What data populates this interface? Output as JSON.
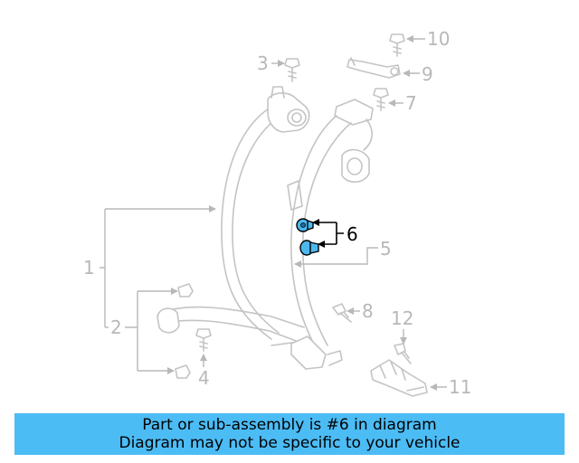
{
  "callouts": {
    "c1": "1",
    "c2": "2",
    "c3": "3",
    "c4": "4",
    "c5": "5",
    "c6": "6",
    "c7": "7",
    "c8": "8",
    "c9": "9",
    "c10": "10",
    "c11": "11",
    "c12": "12"
  },
  "highlight_part": "6",
  "highlight_color": "#4cbcf5",
  "banner": {
    "line1": "Part or sub-assembly is #6 in diagram",
    "line2": "Diagram may not be specific to your vehicle"
  }
}
